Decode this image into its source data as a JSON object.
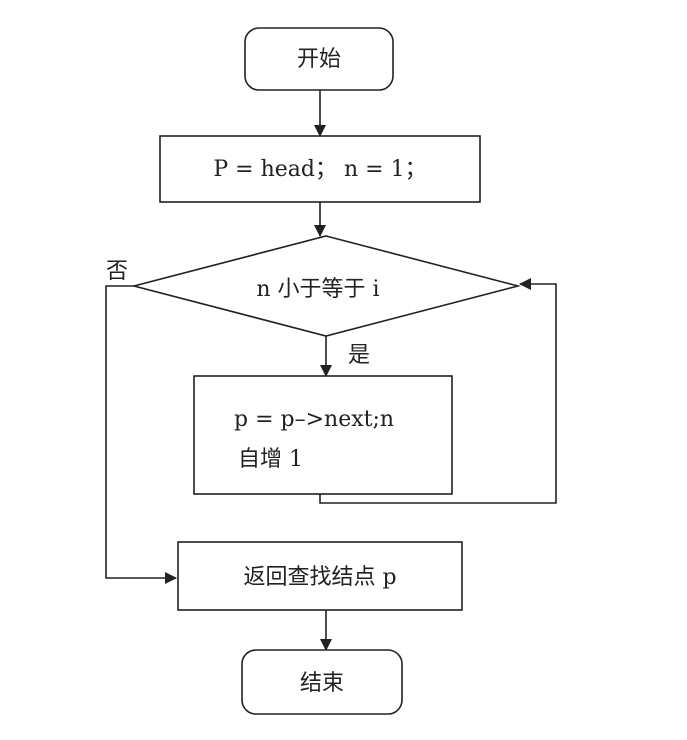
{
  "nodes": {
    "start": "开始",
    "init": "P = head；  n = 1；",
    "condition": "n 小于等于 i",
    "loop_body_line1": "p = p–>next;n",
    "loop_body_line2": "自增 1",
    "return": "返回查找结点 p",
    "end": "结束"
  },
  "edge_labels": {
    "yes": "是",
    "no": "否"
  }
}
